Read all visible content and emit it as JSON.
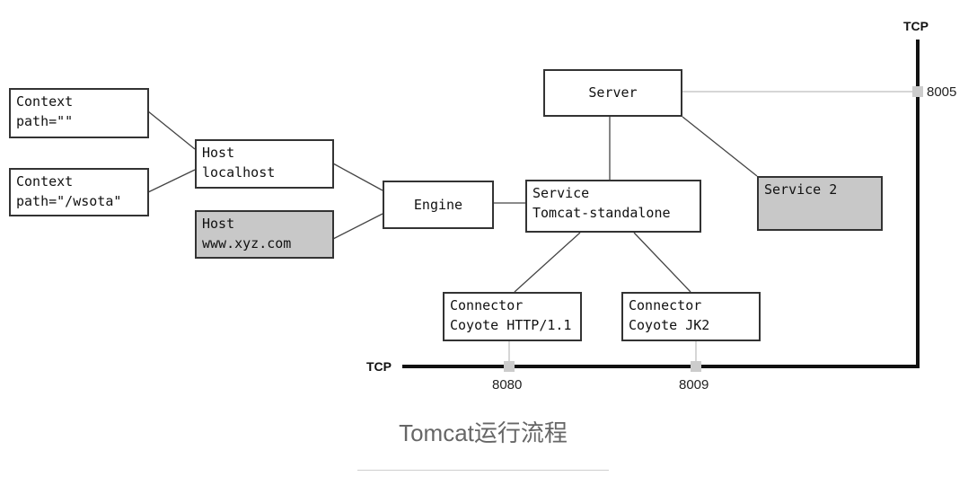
{
  "diagram": {
    "context_root": {
      "line1": "Context",
      "line2": "path=\"\""
    },
    "context_wsota": {
      "line1": "Context",
      "line2": "path=\"/wsota\""
    },
    "host_localhost": {
      "line1": "Host",
      "line2": "localhost"
    },
    "host_xyz": {
      "line1": "Host",
      "line2": "www.xyz.com"
    },
    "engine": {
      "label": "Engine"
    },
    "service": {
      "line1": "Service",
      "line2": "Tomcat-standalone"
    },
    "server": {
      "label": "Server"
    },
    "service2": {
      "label": "Service 2"
    },
    "connector_http": {
      "line1": "Connector",
      "line2": "Coyote HTTP/1.1"
    },
    "connector_jk2": {
      "line1": "Connector",
      "line2": "Coyote JK2"
    },
    "tcp_top": "TCP",
    "tcp_bottom": "TCP",
    "port_shutdown": "8005",
    "port_http": "8080",
    "port_ajp": "8009"
  },
  "caption": "Tomcat运行流程"
}
